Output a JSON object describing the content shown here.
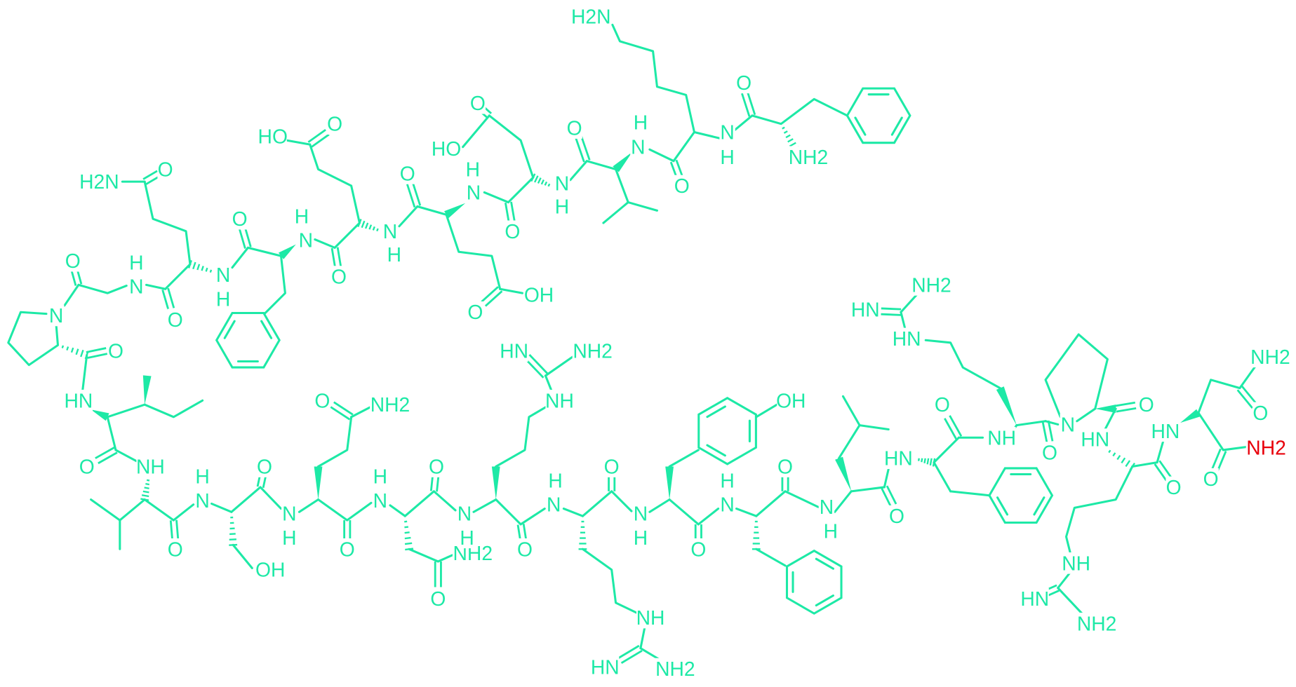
{
  "colors": {
    "structure": "#1de9a6",
    "highlight": "#e8000b",
    "background": "#ffffff"
  },
  "labels": [
    {
      "text": "H2N"
    },
    {
      "text": "O"
    },
    {
      "text": "N"
    },
    {
      "text": "H"
    },
    {
      "text": "NH2"
    },
    {
      "text": "O"
    },
    {
      "text": "H"
    },
    {
      "text": "N"
    },
    {
      "text": "O"
    },
    {
      "text": "O"
    },
    {
      "text": "HO"
    },
    {
      "text": "H"
    },
    {
      "text": "N"
    },
    {
      "text": "N"
    },
    {
      "text": "H"
    },
    {
      "text": "O"
    },
    {
      "text": "O"
    },
    {
      "text": "N"
    },
    {
      "text": "H"
    },
    {
      "text": "O"
    },
    {
      "text": "OH"
    },
    {
      "text": "O"
    },
    {
      "text": "HO"
    },
    {
      "text": "H"
    },
    {
      "text": "N"
    },
    {
      "text": "O"
    },
    {
      "text": "O"
    },
    {
      "text": "N"
    },
    {
      "text": "H"
    },
    {
      "text": "O"
    },
    {
      "text": "H2N"
    },
    {
      "text": "O"
    },
    {
      "text": "H"
    },
    {
      "text": "N"
    },
    {
      "text": "O"
    },
    {
      "text": "N"
    },
    {
      "text": "O"
    },
    {
      "text": "HN"
    },
    {
      "text": "O"
    },
    {
      "text": "NH"
    },
    {
      "text": "H"
    },
    {
      "text": "N"
    },
    {
      "text": "O"
    },
    {
      "text": "OH"
    },
    {
      "text": "O"
    },
    {
      "text": "N"
    },
    {
      "text": "H"
    },
    {
      "text": "O"
    },
    {
      "text": "NH2"
    },
    {
      "text": "O"
    },
    {
      "text": "H"
    },
    {
      "text": "N"
    },
    {
      "text": "O"
    },
    {
      "text": "NH2"
    },
    {
      "text": "O"
    },
    {
      "text": "N"
    },
    {
      "text": "H"
    },
    {
      "text": "O"
    },
    {
      "text": "HN"
    },
    {
      "text": "NH2"
    },
    {
      "text": "NH"
    },
    {
      "text": "H"
    },
    {
      "text": "N"
    },
    {
      "text": "O"
    },
    {
      "text": "NH"
    },
    {
      "text": "HN"
    },
    {
      "text": "NH2"
    },
    {
      "text": "N"
    },
    {
      "text": "H"
    },
    {
      "text": "OH"
    },
    {
      "text": "O"
    },
    {
      "text": "H"
    },
    {
      "text": "N"
    },
    {
      "text": "O"
    },
    {
      "text": "N"
    },
    {
      "text": "H"
    },
    {
      "text": "O"
    },
    {
      "text": "HN"
    },
    {
      "text": "O"
    },
    {
      "text": "NH"
    },
    {
      "text": "NH2"
    },
    {
      "text": "HN"
    },
    {
      "text": "HN"
    },
    {
      "text": "O"
    },
    {
      "text": "N"
    },
    {
      "text": "O"
    },
    {
      "text": "HN"
    },
    {
      "text": "HN"
    },
    {
      "text": "NH"
    },
    {
      "text": "HN"
    },
    {
      "text": "NH2"
    },
    {
      "text": "O"
    },
    {
      "text": "O"
    },
    {
      "text": "NH2"
    },
    {
      "text": "O"
    },
    {
      "text": "NH2",
      "highlight": true
    }
  ]
}
